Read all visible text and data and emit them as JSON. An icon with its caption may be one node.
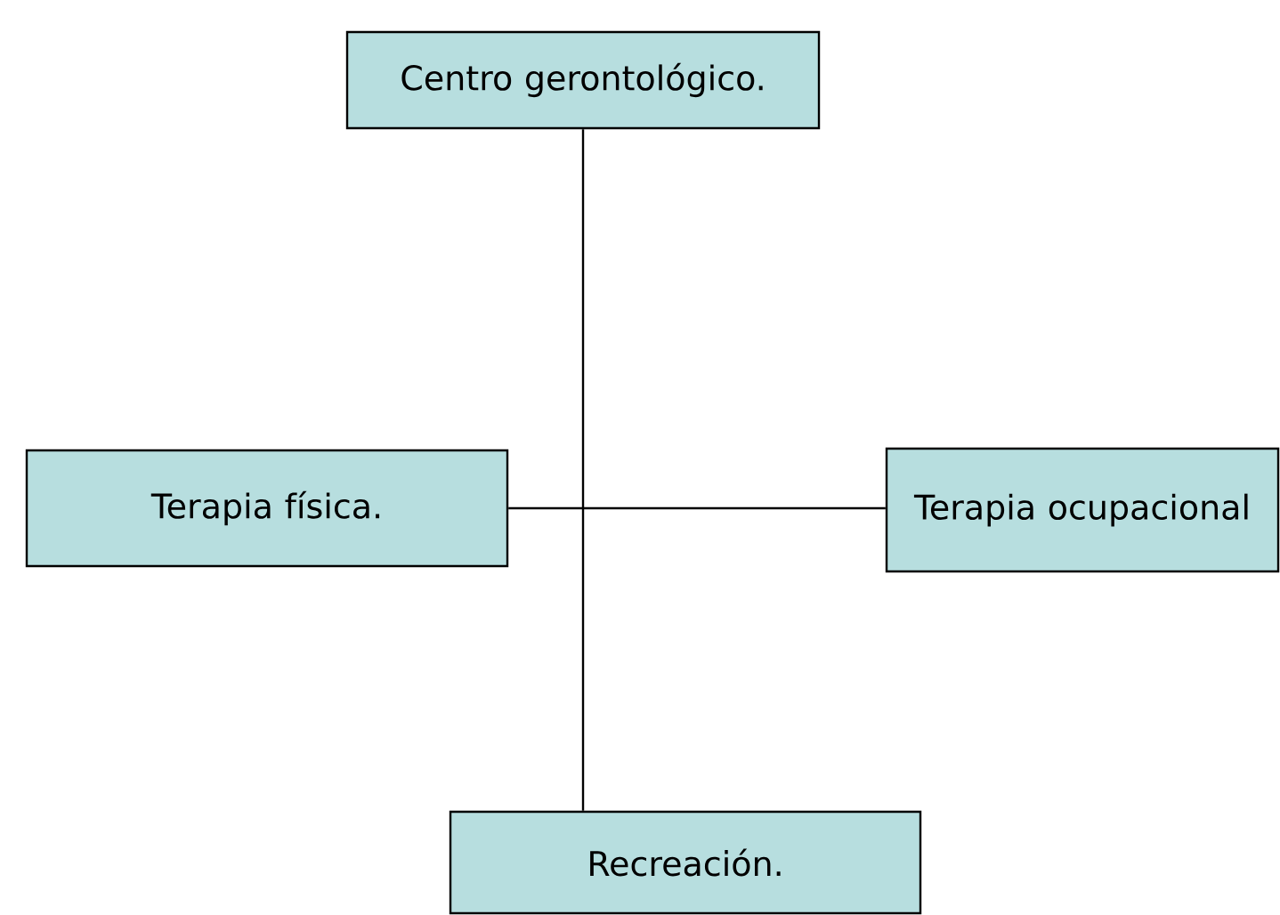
{
  "diagram": {
    "nodes": [
      {
        "text": [
          "Centro gerontológico."
        ]
      },
      {
        "text": [
          "Terapia física."
        ]
      },
      {
        "text": [
          "Terapia ocupacional"
        ]
      },
      {
        "text": [
          "Recreación."
        ]
      }
    ],
    "edges": [
      {
        "from": 0,
        "to": 3,
        "arrow": "none"
      },
      {
        "from": 1,
        "to": 2,
        "arrow": "none"
      }
    ]
  }
}
